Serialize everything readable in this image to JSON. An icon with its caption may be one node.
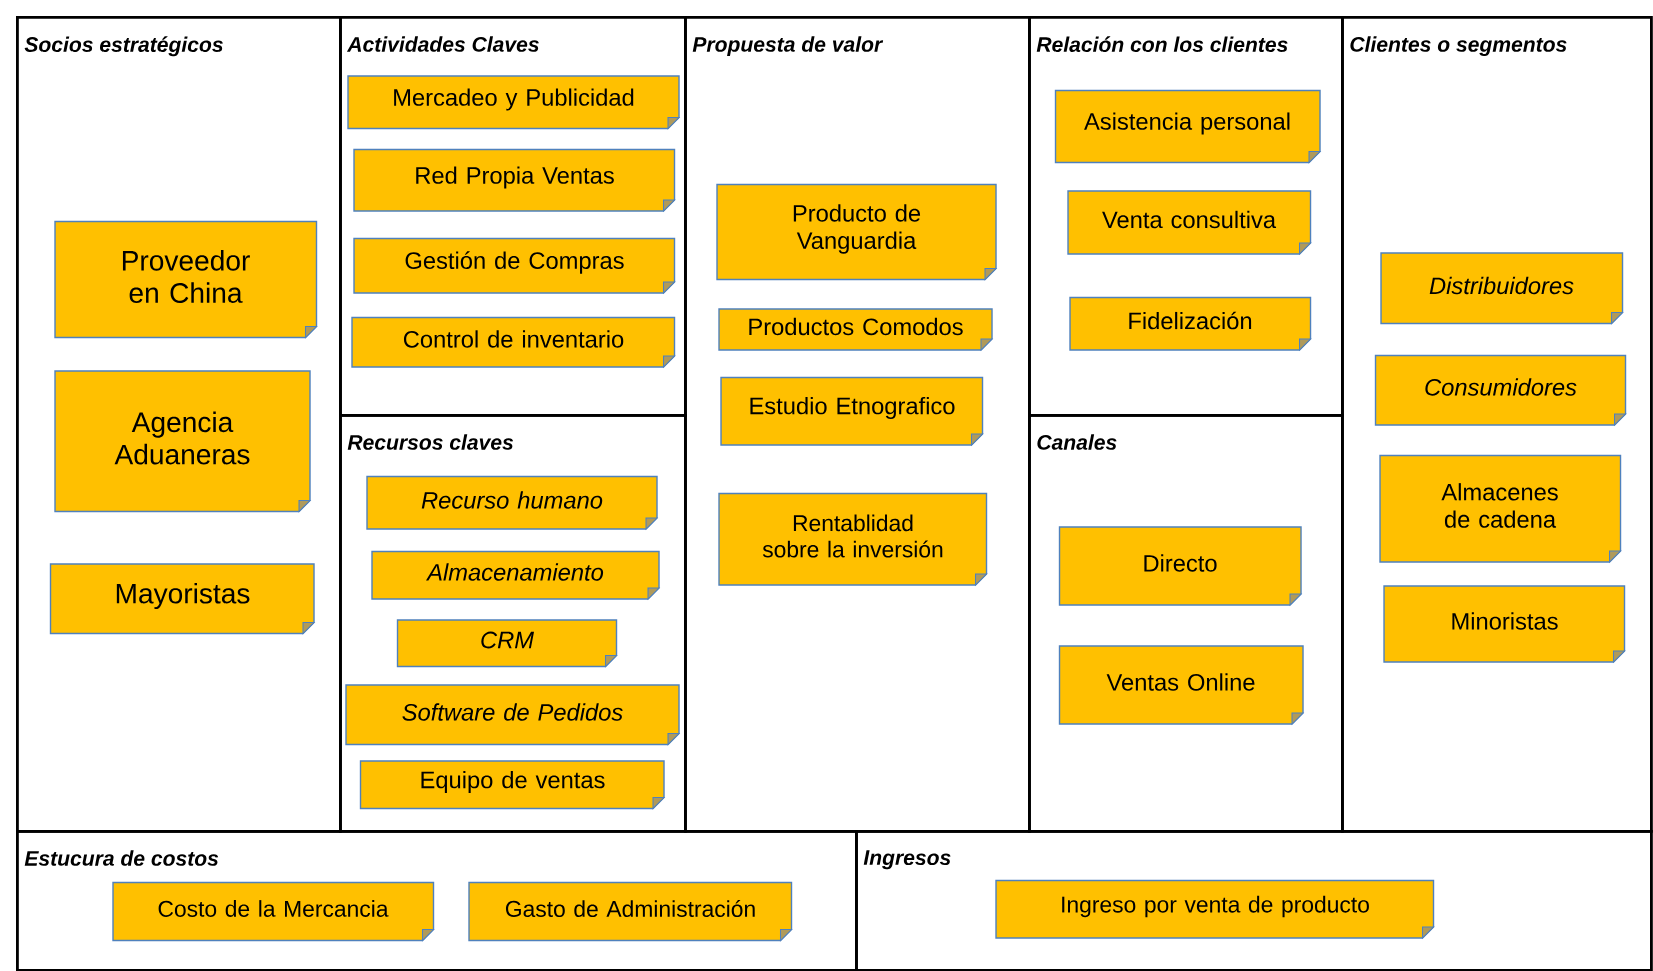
{
  "diagram": {
    "nodes": [
      {
        "text": [
          "Socios estratégicos"
        ]
      },
      {
        "text": [
          "Actividades Claves"
        ]
      },
      {
        "text": [
          "Recursos claves"
        ]
      },
      {
        "text": [
          "Propuesta de valor"
        ]
      },
      {
        "text": [
          "Relación con los clientes"
        ]
      },
      {
        "text": [
          "Canales"
        ]
      },
      {
        "text": [
          "Clientes o segmentos"
        ]
      },
      {
        "text": [
          "Estucura de costos"
        ]
      },
      {
        "text": [
          "Ingresos"
        ]
      },
      {
        "text": [
          "Proveedor en China"
        ],
        "in": 0
      },
      {
        "text": [
          "Agencia Aduaneras"
        ],
        "in": 0
      },
      {
        "text": [
          "Mayoristas"
        ],
        "in": 0
      },
      {
        "text": [
          "Mercadeo y Publicidad"
        ],
        "in": 1
      },
      {
        "text": [
          "Red Propia Ventas"
        ],
        "in": 1
      },
      {
        "text": [
          "Gestión de Compras"
        ],
        "in": 1
      },
      {
        "text": [
          "Control de inventario"
        ],
        "in": 1
      },
      {
        "text": [
          "Recurso humano"
        ],
        "in": 2
      },
      {
        "text": [
          "Almacenamiento"
        ],
        "in": 2
      },
      {
        "text": [
          "CRM"
        ],
        "in": 2
      },
      {
        "text": [
          "Software de Pedidos"
        ],
        "in": 2
      },
      {
        "text": [
          "Equipo de ventas"
        ],
        "in": 2
      },
      {
        "text": [
          "Producto de Vanguardia"
        ],
        "in": 3
      },
      {
        "text": [
          "Productos Comodos"
        ],
        "in": 3
      },
      {
        "text": [
          "Estudio Etnografico"
        ],
        "in": 3
      },
      {
        "text": [
          "Rentablidad sobre la inversión"
        ],
        "in": 3
      },
      {
        "text": [
          "Asistencia personal"
        ],
        "in": 4
      },
      {
        "text": [
          "Venta consultiva"
        ],
        "in": 4
      },
      {
        "text": [
          "Fidelización"
        ],
        "in": 4
      },
      {
        "text": [
          "Directo"
        ],
        "in": 5
      },
      {
        "text": [
          "Ventas Online"
        ],
        "in": 5
      },
      {
        "text": [
          "Distribuidores"
        ],
        "in": 6
      },
      {
        "text": [
          "Consumidores"
        ],
        "in": 6
      },
      {
        "text": [
          "Almacenes de cadena"
        ],
        "in": 6
      },
      {
        "text": [
          "Minoristas"
        ],
        "in": 6
      },
      {
        "text": [
          "Costo de la Mercancia"
        ],
        "in": 7
      },
      {
        "text": [
          "Gasto de Administración"
        ],
        "in": 7
      },
      {
        "text": [
          "Ingreso por venta de producto"
        ],
        "in": 8
      }
    ]
  }
}
